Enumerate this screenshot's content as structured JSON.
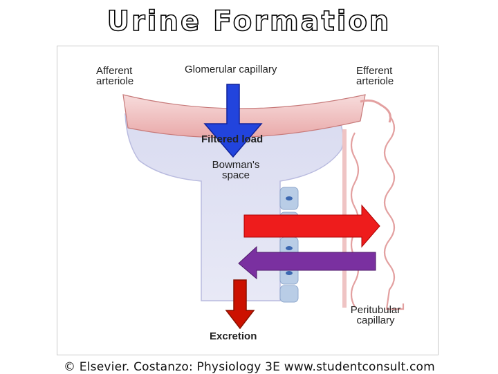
{
  "slide": {
    "title": "Urine Formation"
  },
  "diagram": {
    "labels": {
      "afferent": [
        "Afferent",
        "arteriole"
      ],
      "glomerular": "Glomerular capillary",
      "efferent": [
        "Efferent",
        "arteriole"
      ],
      "filtered_load": "Filtered load",
      "bowmans": [
        "Bowman's",
        "space"
      ],
      "peritubular": [
        "Peritubular",
        "capillary"
      ],
      "excretion": "Excretion"
    },
    "arrows": [
      {
        "name": "filtration-arrow",
        "color": "#2244dd",
        "direction": "down"
      },
      {
        "name": "secretion-arrow",
        "color": "#ee1c1c",
        "direction": "right"
      },
      {
        "name": "reabsorption-arrow",
        "color": "#7a30a0",
        "direction": "left"
      },
      {
        "name": "excretion-arrow",
        "color": "#cc1100",
        "direction": "down"
      }
    ],
    "colors": {
      "capillary": "#f3c9c9",
      "bowman": "#dfe1f3",
      "tubule_cells": "#b9cde6"
    }
  },
  "footer": {
    "caption": "© Elsevier. Costanzo: Physiology 3E www.studentconsult.com"
  }
}
